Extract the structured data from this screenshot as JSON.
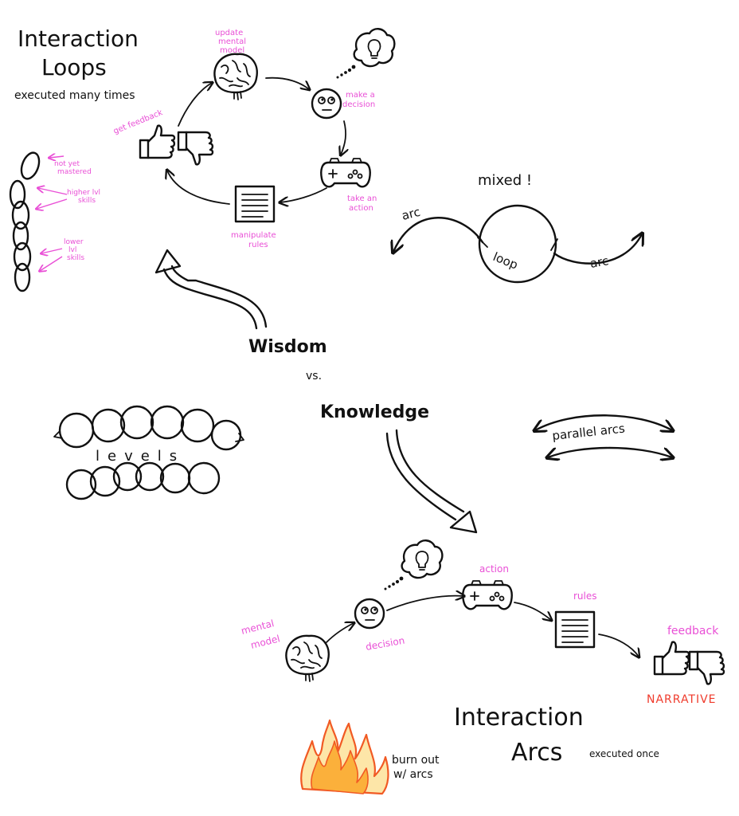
{
  "colors": {
    "ink": "#111111",
    "annotation": "#e94fd6",
    "narrative": "#ef3b2c",
    "flame_outer": "#f15a24",
    "flame_inner": "#fbb03b"
  },
  "loops": {
    "title_line1": "Interaction",
    "title_line2": "Loops",
    "subtitle": "executed many times",
    "steps": {
      "update_line1": "update",
      "update_line2": "mental",
      "update_line3": "model",
      "decision_line1": "make a",
      "decision_line2": "decision",
      "action_line1": "take an",
      "action_line2": "action",
      "rules_line1": "manipulate",
      "rules_line2": "rules",
      "feedback": "get feedback"
    },
    "icons": [
      "brain-icon",
      "thought-lightbulb-icon",
      "face-icon",
      "gamepad-icon",
      "rules-document-icon",
      "thumbs-up-icon",
      "thumbs-down-icon"
    ]
  },
  "chain": {
    "label_top_line1": "not yet",
    "label_top_line2": "mastered",
    "label_mid_line1": "higher lvl",
    "label_mid_line2": "skills",
    "label_low_line1": "lower",
    "label_low_line2": "lvl",
    "label_low_line3": "skills"
  },
  "mixed": {
    "title": "mixed !",
    "arc_left": "arc",
    "loop": "loop",
    "arc_right": "arc"
  },
  "center": {
    "wisdom": "Wisdom",
    "vs": "vs.",
    "knowledge": "Knowledge"
  },
  "levels": {
    "label": "levels"
  },
  "parallel": {
    "label": "parallel arcs"
  },
  "arcs": {
    "title_line1": "Interaction",
    "title_line2": "Arcs",
    "subtitle": "executed once",
    "steps": {
      "mental_line1": "mental",
      "mental_line2": "model",
      "decision": "decision",
      "action": "action",
      "rules": "rules",
      "feedback": "feedback",
      "narrative": "NARRATIVE"
    },
    "burnout_line1": "burn out",
    "burnout_line2": "w/ arcs"
  }
}
